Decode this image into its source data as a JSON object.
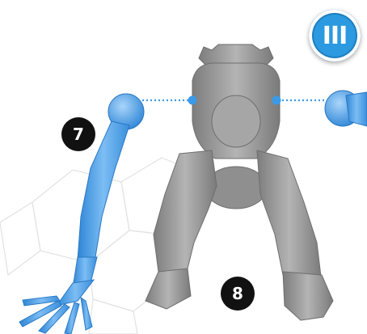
{
  "step": {
    "label": "III"
  },
  "parts": [
    {
      "number": "7"
    },
    {
      "number": "8"
    }
  ],
  "colors": {
    "accent": "#3a9ae8",
    "part_blue": "#4fa2ec",
    "model_gray": "#9c9c9c",
    "badge_dark": "#111111",
    "hex_line": "#e2e2e2"
  }
}
